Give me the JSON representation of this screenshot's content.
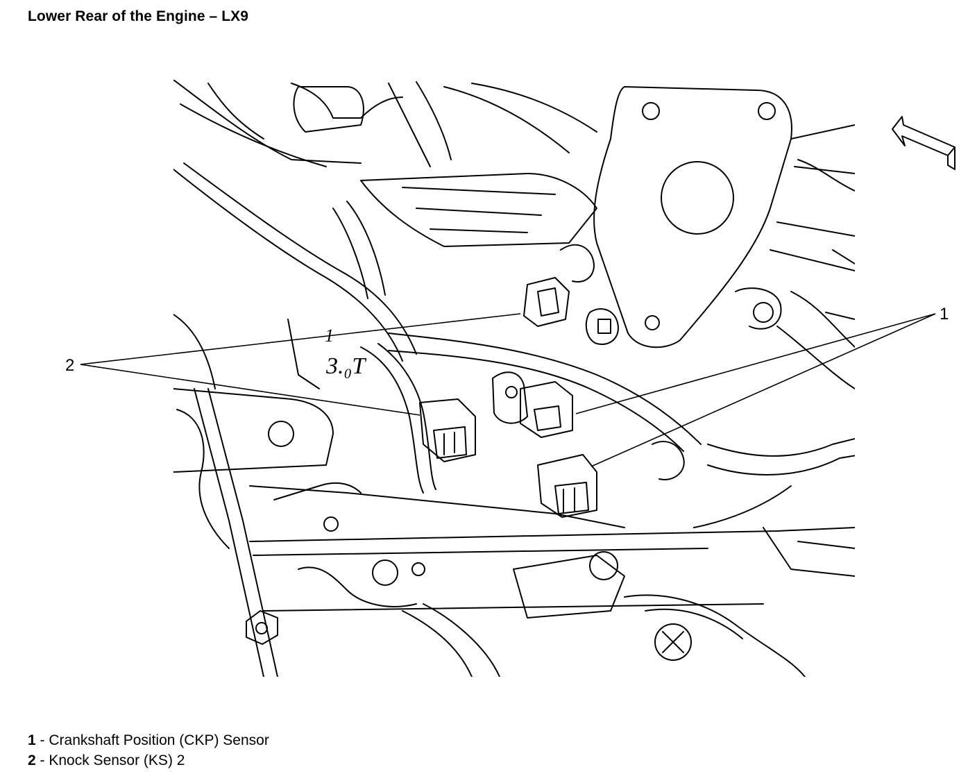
{
  "title": "Lower Rear of the Engine – LX9",
  "callouts": [
    {
      "number": "1",
      "label": "Crankshaft Position (CKP) Sensor"
    },
    {
      "number": "2",
      "label": "Knock Sensor (KS) 2"
    }
  ],
  "legend": {
    "items": [
      {
        "number": "1",
        "separator": " - ",
        "label": "Crankshaft Position (CKP) Sensor"
      },
      {
        "number": "2",
        "separator": " - ",
        "label": "Knock Sensor (KS) 2"
      }
    ]
  },
  "casting_marks": {
    "upper": "1",
    "lower": "3.₀T"
  },
  "colors": {
    "line": "#000000",
    "background": "#ffffff"
  }
}
